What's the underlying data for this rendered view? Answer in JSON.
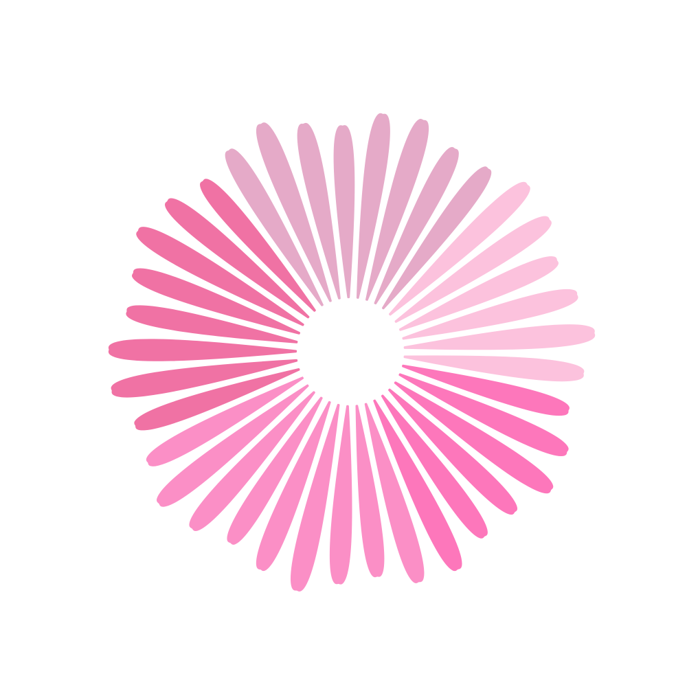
{
  "illustration": {
    "subject": "flower",
    "background_color": "#ffffff",
    "petal_outline_color": "#ffffff",
    "petal_groups": [
      {
        "name": "top",
        "color": "#e5aac8",
        "petal_count": 8
      },
      {
        "name": "right-upper",
        "color": "#fcc2dd",
        "petal_count": 6
      },
      {
        "name": "right-lower",
        "color": "#fd77bb",
        "petal_count": 6
      },
      {
        "name": "bottom",
        "color": "#fb8fc6",
        "petal_count": 9
      },
      {
        "name": "left",
        "color": "#f072a4",
        "petal_count": 8
      }
    ]
  }
}
